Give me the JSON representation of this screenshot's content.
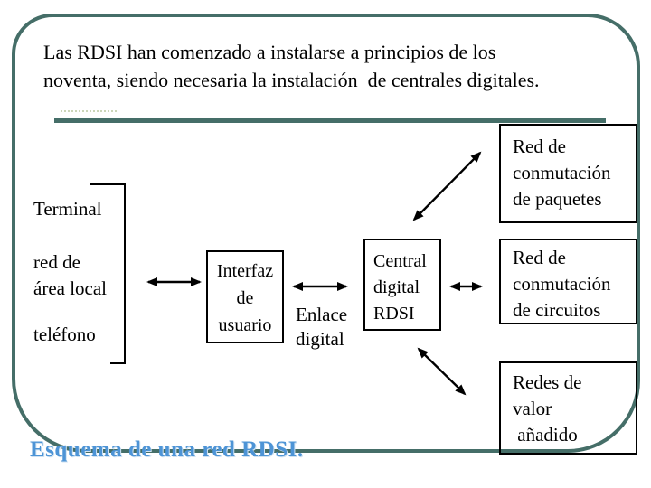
{
  "slide": {
    "background_color": "#ffffff",
    "border_color": "#456e68",
    "rule_color": "#456e68",
    "title_lines": [
      "Las RDSI han comenzado a instalarse a principios de los",
      "noventa, siendo necesaria la instalación  de centrales digitales."
    ],
    "caption": "Esquema de una red RDSI.",
    "caption_color": "#4d94d6"
  },
  "diagram": {
    "terminal": {
      "label": "Terminal"
    },
    "lan": {
      "lines": [
        "red de",
        "área local"
      ]
    },
    "phone": {
      "label": "teléfono"
    },
    "interface_box": {
      "lines": [
        "Interfaz",
        "de",
        "usuario"
      ]
    },
    "link": {
      "lines": [
        "Enlace",
        "digital"
      ]
    },
    "central_box": {
      "lines": [
        "Central",
        "digital",
        "RDSI"
      ]
    },
    "packet_box": {
      "lines": [
        "Red de",
        "conmutación",
        "de paquetes"
      ]
    },
    "circuit_box": {
      "lines": [
        "Red de",
        "conmutación",
        "de circuitos"
      ]
    },
    "van_box": {
      "lines": [
        "Redes de",
        "valor",
        " añadido"
      ]
    },
    "connections": [
      {
        "name": "arrow-terminalgroup-interface",
        "from": "terminal group",
        "to": "Interfaz de usuario",
        "style": "double-headed horizontal"
      },
      {
        "name": "arrow-interface-central",
        "from": "Interfaz de usuario",
        "to": "Central digital RDSI",
        "style": "double-headed horizontal",
        "label": "Enlace digital"
      },
      {
        "name": "arrow-central-circuit",
        "from": "Central digital RDSI",
        "to": "Red de conmutación de circuitos",
        "style": "double-headed horizontal"
      },
      {
        "name": "arrow-central-packet",
        "from": "Central digital RDSI",
        "to": "Red de conmutación de paquetes",
        "style": "double-headed diagonal"
      },
      {
        "name": "arrow-central-van",
        "from": "Central digital RDSI",
        "to": "Redes de valor añadido",
        "style": "double-headed diagonal"
      }
    ]
  }
}
